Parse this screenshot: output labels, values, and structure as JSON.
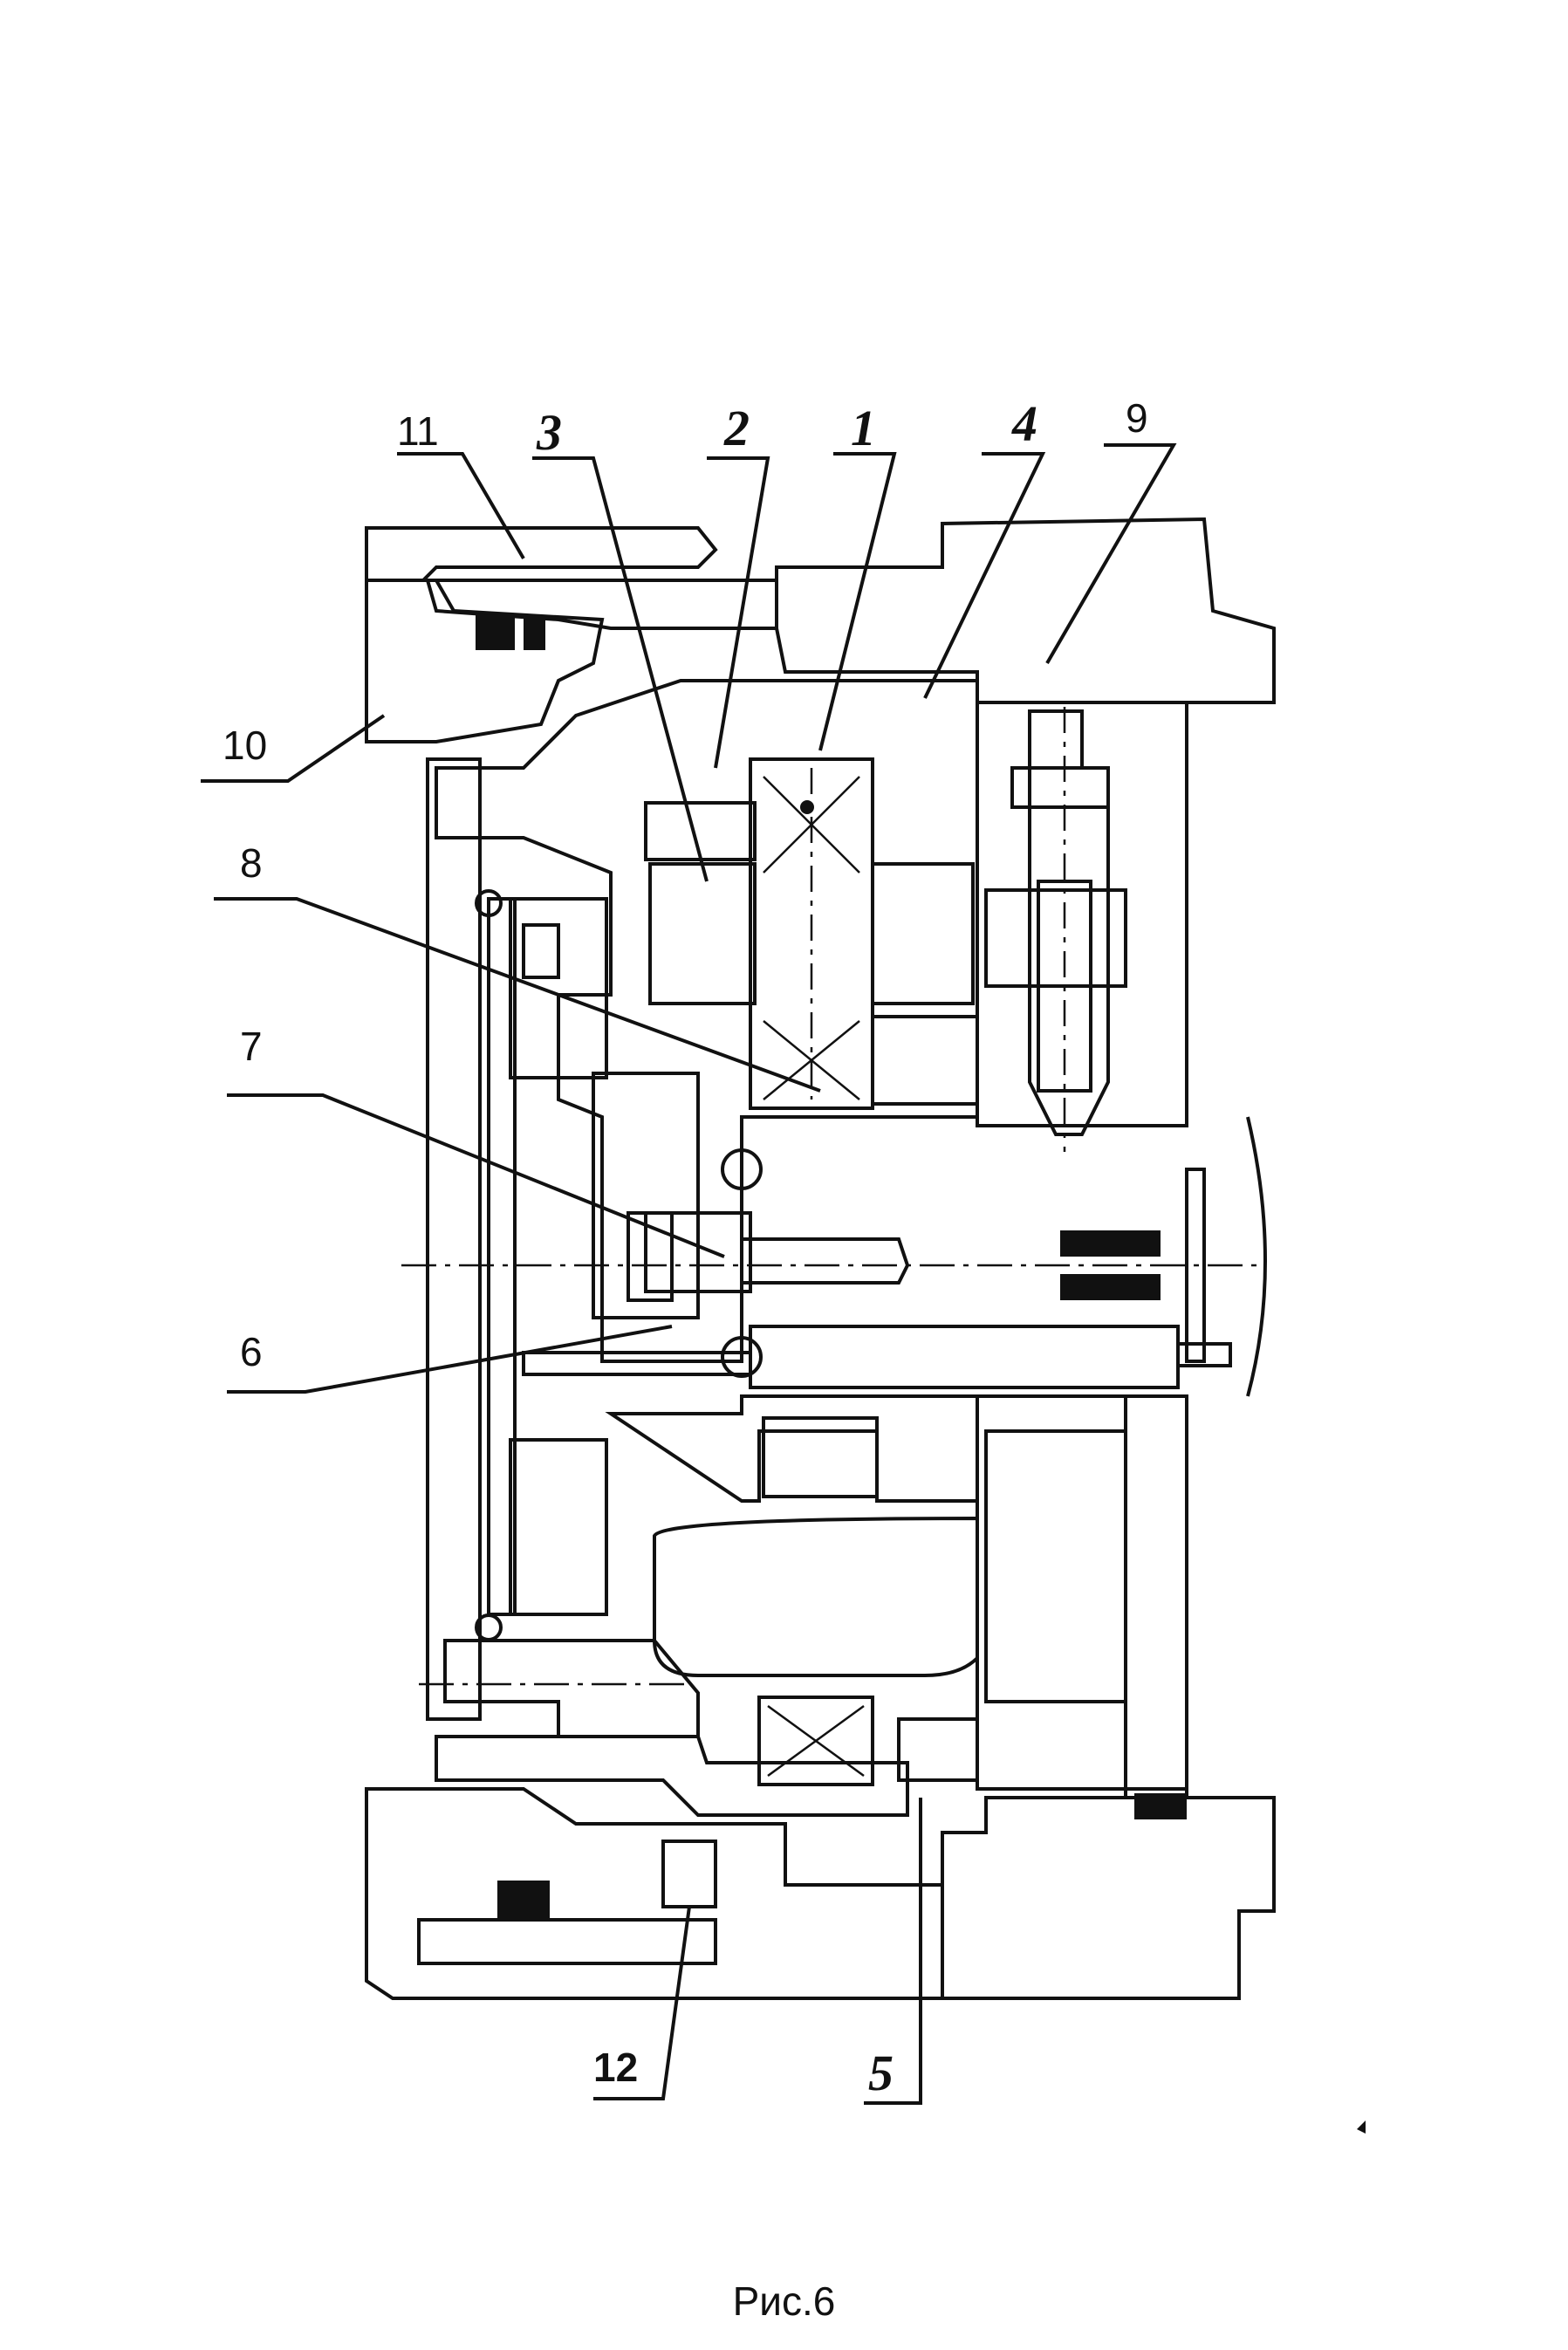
{
  "caption": "Рис.6",
  "callouts": [
    {
      "id": "11",
      "label": "11",
      "style": "regular"
    },
    {
      "id": "3",
      "label": "3",
      "style": "bold-italic"
    },
    {
      "id": "2",
      "label": "2",
      "style": "bold-italic"
    },
    {
      "id": "1",
      "label": "1",
      "style": "bold-italic"
    },
    {
      "id": "4",
      "label": "4",
      "style": "bold-italic"
    },
    {
      "id": "9",
      "label": "9",
      "style": "regular"
    },
    {
      "id": "10",
      "label": "10",
      "style": "regular"
    },
    {
      "id": "8",
      "label": "8",
      "style": "regular"
    },
    {
      "id": "7",
      "label": "7",
      "style": "regular"
    },
    {
      "id": "6",
      "label": "6",
      "style": "regular"
    },
    {
      "id": "12",
      "label": "12",
      "style": "bold"
    },
    {
      "id": "5",
      "label": "5",
      "style": "bold-italic"
    }
  ]
}
